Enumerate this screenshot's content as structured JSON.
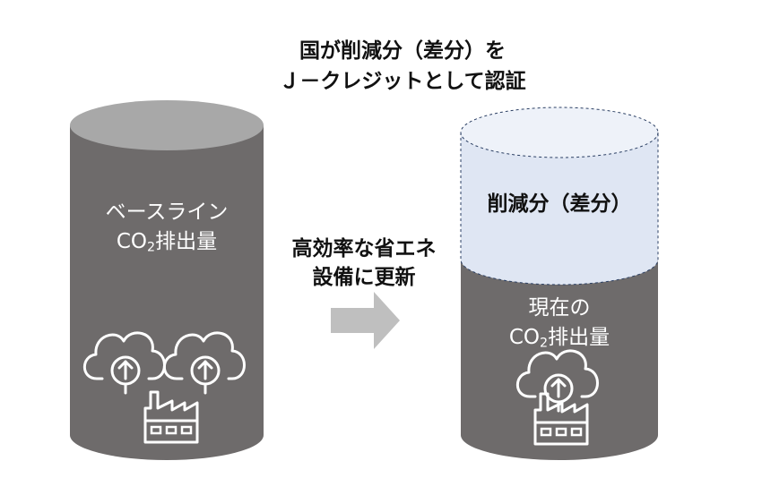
{
  "title": {
    "line1": "国が削減分（差分）を",
    "line2": "Ｊ－クレジットとして認証"
  },
  "left_cylinder": {
    "line1": "ベースライン",
    "line2_prefix": "CO",
    "line2_sub": "2",
    "line2_suffix": "排出量"
  },
  "arrow_label": {
    "line1": "高効率な省エネ",
    "line2": "設備に更新"
  },
  "right_cylinder": {
    "reduction_label": "削減分（差分）",
    "line1": "現在の",
    "line2_prefix": "CO",
    "line2_sub": "2",
    "line2_suffix": "排出量"
  },
  "colors": {
    "cylinder_body": "#6e6b6b",
    "cylinder_top": "#a8a8a8",
    "reduction_fill": "#dfe6f3",
    "reduction_top": "#eef2f9",
    "arrow": "#bfbfbf",
    "icon_stroke": "#ffffff"
  }
}
